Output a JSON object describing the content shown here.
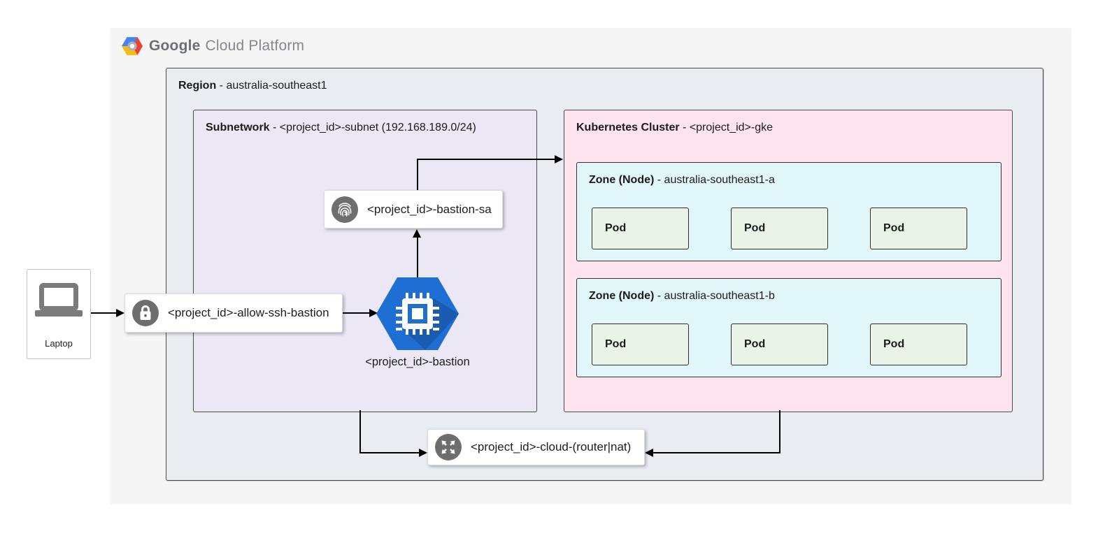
{
  "header": {
    "brand_bold": "Google",
    "brand_light": "Cloud Platform"
  },
  "region": {
    "label": "Region",
    "value": " - australia-southeast1"
  },
  "subnetwork": {
    "label": "Subnetwork",
    "value": " - <project_id>-subnet (192.168.189.0/24)"
  },
  "cluster": {
    "label": "Kubernetes Cluster",
    "value": " - <project_id>-gke",
    "zones": [
      {
        "label": "Zone (Node)",
        "value": " - australia-southeast1-a",
        "pods": [
          "Pod",
          "Pod",
          "Pod"
        ]
      },
      {
        "label": "Zone (Node)",
        "value": " - australia-southeast1-b",
        "pods": [
          "Pod",
          "Pod",
          "Pod"
        ]
      }
    ]
  },
  "nodes": {
    "laptop": {
      "label": "Laptop",
      "icon": "laptop-icon"
    },
    "firewall_rule": {
      "label": "<project_id>-allow-ssh-bastion",
      "icon": "lock-icon"
    },
    "bastion_vm": {
      "label": "<project_id>-bastion",
      "icon": "compute-engine-icon"
    },
    "service_account": {
      "label": "<project_id>-bastion-sa",
      "icon": "fingerprint-icon"
    },
    "cloud_router_nat": {
      "label": "<project_id>-cloud-(router|nat)",
      "icon": "router-icon"
    }
  },
  "colors": {
    "canvas-bg": "#ffffff",
    "platform-bg": "#f5f5f6",
    "region-bg": "#e9edf1",
    "region-border": "#4a4a4a",
    "subnet-bg": "#ece7f5",
    "cluster-bg": "#fce3ed",
    "zone-bg": "#e0f6f9",
    "pod-bg": "#e9f4e6",
    "pod-border": "#2f2f2f",
    "node-icon-gray": "#6e6e6e",
    "bastion-blue": "#1e6ed3",
    "arrow": "#000000",
    "logo-blue": "#4285f4",
    "logo-red": "#ea4335",
    "logo-yellow": "#fbbc05"
  }
}
